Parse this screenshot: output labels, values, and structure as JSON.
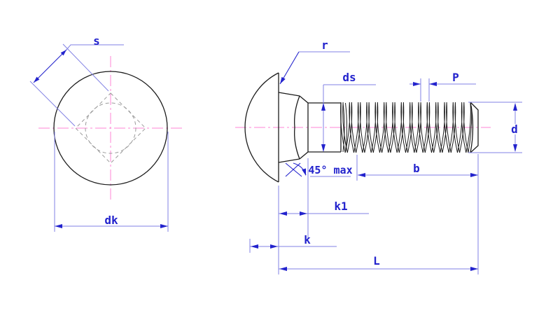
{
  "drawing": {
    "title": "Carriage bolt (round head square neck) dimensioned engineering drawing",
    "views": {
      "front_view": "bolt head front view with square neck",
      "side_view": "bolt side view with threaded shank"
    },
    "labels": {
      "s": "s",
      "dk": "dk",
      "r": "r",
      "ds": "ds",
      "p": "P",
      "d": "d",
      "b": "b",
      "chamfer": "45° max",
      "k1": "k1",
      "k": "k",
      "l": "L"
    },
    "colors": {
      "background": "#ffffff",
      "outline": "#1b1b1b",
      "hidden": "#9b9b9b",
      "centerline": "#ff85d6",
      "dimension": "#8282e4",
      "annotation": "#2323cd"
    }
  }
}
